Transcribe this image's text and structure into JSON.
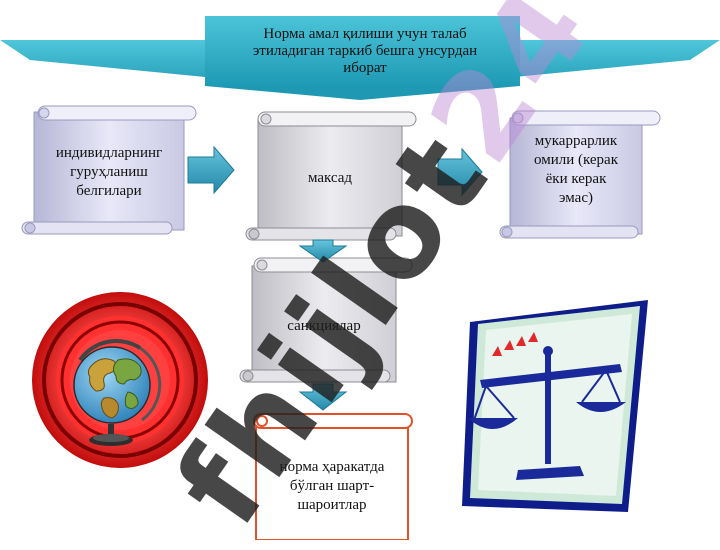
{
  "header": {
    "text_lines": [
      "Норма амал қилиши учун талаб",
      "этиладиган  таркиб бешга унсурдан",
      "иборат"
    ]
  },
  "nodes": {
    "group_features": {
      "lines": [
        "индивидларнинг",
        "гуруҳланиш",
        "белгилари"
      ]
    },
    "goal": {
      "lines": [
        "максад"
      ]
    },
    "obligation": {
      "lines": [
        "мукаррарлик",
        "омили (керак",
        "ёки керак",
        "эмас)"
      ]
    },
    "sanctions": {
      "lines": [
        "санкциялар"
      ]
    },
    "conditions": {
      "lines": [
        "норма ҳаракатда",
        "бўлган шарт-",
        "шароитлар"
      ]
    }
  },
  "watermark": {
    "text_dark": "fhijlot",
    "text_light": "24"
  },
  "colors": {
    "header_fill": "#2ab0c8",
    "arrow_fill": "#3aa0c0",
    "scroll_gray": "#e2e2e6",
    "scroll_lavender": "#dcdcf4",
    "scroll_orange_border": "#e0522a",
    "globe_red": "#e41a1a"
  }
}
